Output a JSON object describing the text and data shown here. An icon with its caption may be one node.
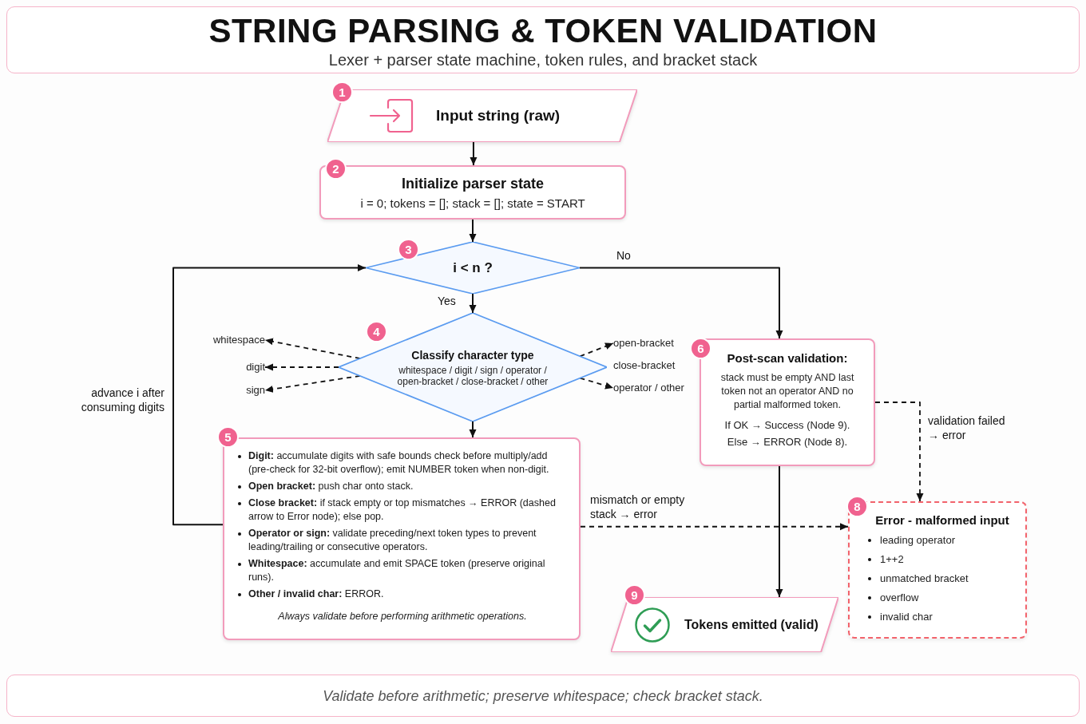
{
  "diagram": {
    "title": "STRING PARSING & TOKEN VALIDATION",
    "caption": "Validate before arithmetic; preserve whitespace; check bracket stack.",
    "nodes": [
      {
        "text": [
          "1",
          "Input string (raw)"
        ]
      },
      {
        "text": [
          "2",
          "Initialize parser state",
          "i = 0; tokens = []; stack = []; state = START"
        ]
      },
      {
        "text": [
          "3",
          "i < n ?"
        ]
      },
      {
        "text": [
          "4",
          "Classify character type",
          "whitespace / digit / sign / operator / open-bracket / close-bracket / other"
        ]
      },
      {
        "text": [
          "whitespace"
        ]
      },
      {
        "text": [
          "digit"
        ]
      },
      {
        "text": [
          "sign"
        ]
      },
      {
        "text": [
          "open-bracket"
        ]
      },
      {
        "text": [
          "operator / other"
        ]
      },
      {
        "text": [
          "6",
          "Post-scan validation:",
          "stack must be empty AND last token not an operator AND no partial malformed token.",
          "If OK → Success (Node 9).",
          "Else → ERROR (Node 8)."
        ]
      },
      {
        "text": [
          "5",
          "**Digit:** accumulate digits with safe bounds check before multiply/add (pre-check for 32-bit overflow); emit NUMBER token when non-digit.",
          "**Open bracket:** push char onto stack.",
          "**Close bracket:** if stack empty or top mismatches → ERROR (dashed arrow to Error node); else pop.",
          "**Operator or sign:** validate preceding/next token types to prevent leading/trailing or consecutive operators.",
          "**Whitespace:** accumulate and emit SPACE token (preserve original runs).",
          "**Other / invalid char:** ERROR.",
          "Always validate before performing arithmetic operations."
        ]
      },
      {
        "text": [
          "8",
          "Error - malformed input",
          "leading operator",
          "1++2",
          "unmatched bracket",
          "overflow",
          "invalid char"
        ]
      },
      {
        "text": [
          "9",
          "Tokens emitted (valid)"
        ]
      }
    ],
    "edges": [
      {
        "from": 0,
        "to": 1,
        "arrow": "to"
      },
      {
        "from": 1,
        "to": 2,
        "arrow": "to"
      },
      {
        "from": 2,
        "to": 3,
        "arrow": "to",
        "label": "Yes"
      },
      {
        "from": 2,
        "to": 9,
        "arrow": "to",
        "label": "No"
      },
      {
        "from": 3,
        "to": 4,
        "arrow": "to",
        "style": "dashed"
      },
      {
        "from": 3,
        "to": 5,
        "arrow": "to",
        "style": "dashed"
      },
      {
        "from": 3,
        "to": 6,
        "arrow": "to",
        "style": "dashed"
      },
      {
        "from": 3,
        "to": 7,
        "arrow": "to",
        "style": "dashed"
      },
      {
        "from": 3,
        "to": 8,
        "arrow": "to",
        "style": "dashed"
      },
      {
        "from": 3,
        "to": 10,
        "arrow": "to"
      },
      {
        "from": 10,
        "to": 2,
        "arrow": "to",
        "label": "advance i after consuming digits"
      },
      {
        "from": 10,
        "to": 11,
        "arrow": "to",
        "style": "dashed",
        "label": "mismatch or empty stack → error"
      },
      {
        "from": 9,
        "to": 11,
        "arrow": "to",
        "style": "dashed",
        "label": "validation failed → error"
      },
      {
        "from": 9,
        "to": 12,
        "arrow": "to"
      }
    ],
    "labels": [
      "Lexer + parser state machine, token rules, and bracket stack",
      "close-bracket"
    ]
  }
}
